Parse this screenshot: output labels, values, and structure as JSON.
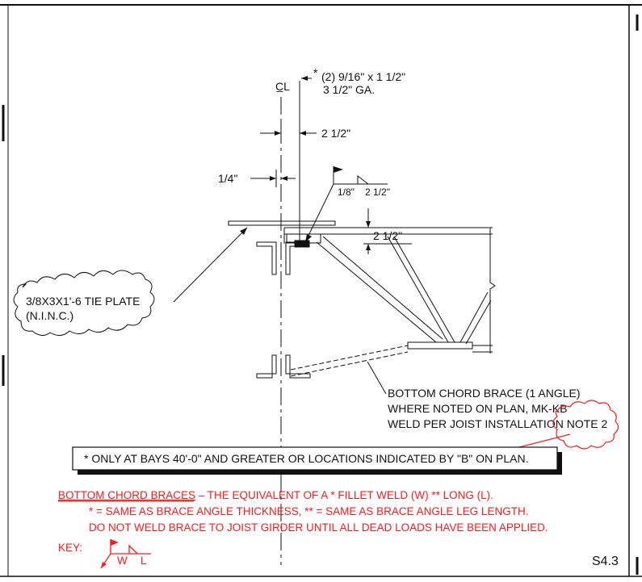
{
  "colors": {
    "ink": "#111111",
    "markup": "#ff1a1a",
    "paper": "#ffffff"
  },
  "dims": {
    "cl_symbol": "C̲L",
    "bolt_asterisk": "*",
    "bolt_line1": "(2) 9/16\" x 1 1/2\"",
    "bolt_line2": "3 1/2\" GA.",
    "dim_2half_top": "2 1/2\"",
    "dim_quarter": "1/4\"",
    "weld_left": "1/8\"",
    "weld_right": "2 1/2\"",
    "dim_2half_vert": "2 1/2\""
  },
  "callouts": {
    "tie_plate_line1": "3/8X3X1'-6 TIE PLATE",
    "tie_plate_line2": "(N.I.N.C.)",
    "brace_line1": "BOTTOM CHORD BRACE (1 ANGLE)",
    "brace_line2": "WHERE NOTED ON PLAN, MK-KB",
    "brace_line3": "WELD PER JOIST INSTALLATION NOTE 2"
  },
  "note_box": {
    "text": "* ONLY AT BAYS 40'-0\" AND GREATER OR LOCATIONS INDICATED BY \"B\" ON PLAN."
  },
  "red_notes": {
    "title": "BOTTOM CHORD BRACES",
    "line1_rest": " – THE EQUIVALENT OF A * FILLET WELD (W) ** LONG (L).",
    "line2": "* = SAME AS BRACE ANGLE THICKNESS, ** = SAME AS BRACE ANGLE LEG LENGTH.",
    "line3": "DO NOT WELD BRACE TO JOIST GIRDER UNTIL ALL DEAD LOADS HAVE BEEN APPLIED.",
    "key_label": "KEY:",
    "key_w": "W",
    "key_l": "L"
  },
  "sheet_number": "S4.3"
}
